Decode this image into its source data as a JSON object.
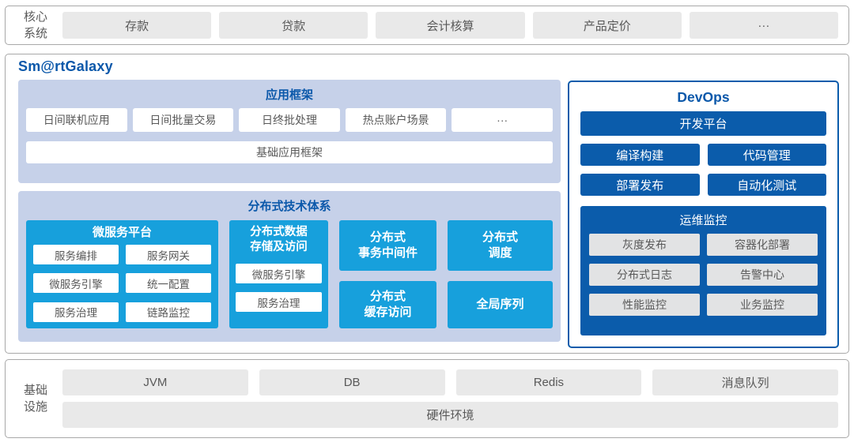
{
  "palette": {
    "title_blue": "#0b58aa",
    "cyan": "#17a0dc",
    "dark_blue": "#0b5cab",
    "panel_blue": "#c6d1e9",
    "box_gray": "#e9e9e9",
    "text_gray": "#595959",
    "border_gray": "#a8a8a8"
  },
  "core_systems": {
    "label_lines": [
      "核心",
      "系统"
    ],
    "items": [
      "存款",
      "贷款",
      "会计核算",
      "产品定价",
      "···"
    ]
  },
  "platform": {
    "title": "Sm@rtGalaxy",
    "app_framework": {
      "title": "应用框架",
      "items": [
        "日间联机应用",
        "日间批量交易",
        "日终批处理",
        "热点账户场景",
        "···"
      ],
      "base": "基础应用框架"
    },
    "distributed": {
      "title": "分布式技术体系",
      "microservice": {
        "title": "微服务平台",
        "items": [
          "服务编排",
          "服务网关",
          "微服务引擎",
          "统一配置",
          "服务治理",
          "链路监控"
        ]
      },
      "data_storage": {
        "title_lines": [
          "分布式数据",
          "存储及访问"
        ],
        "items": [
          "微服务引擎",
          "服务治理"
        ]
      },
      "tiles": {
        "transaction": {
          "lines": [
            "分布式",
            "事务中间件"
          ]
        },
        "scheduling": {
          "lines": [
            "分布式",
            "调度"
          ]
        },
        "cache": {
          "lines": [
            "分布式",
            "缓存访问"
          ]
        },
        "sequence": {
          "lines": [
            "全局序列"
          ]
        }
      }
    },
    "devops": {
      "title": "DevOps",
      "dev_platform": "开发平台",
      "tools": [
        "编译构建",
        "代码管理",
        "部署发布",
        "自动化测试"
      ],
      "monitoring": {
        "title": "运维监控",
        "items": [
          "灰度发布",
          "容器化部署",
          "分布式日志",
          "告警中心",
          "性能监控",
          "业务监控"
        ]
      }
    }
  },
  "infrastructure": {
    "label_lines": [
      "基础",
      "设施"
    ],
    "items": [
      "JVM",
      "DB",
      "Redis",
      "消息队列"
    ],
    "hardware": "硬件环境"
  }
}
